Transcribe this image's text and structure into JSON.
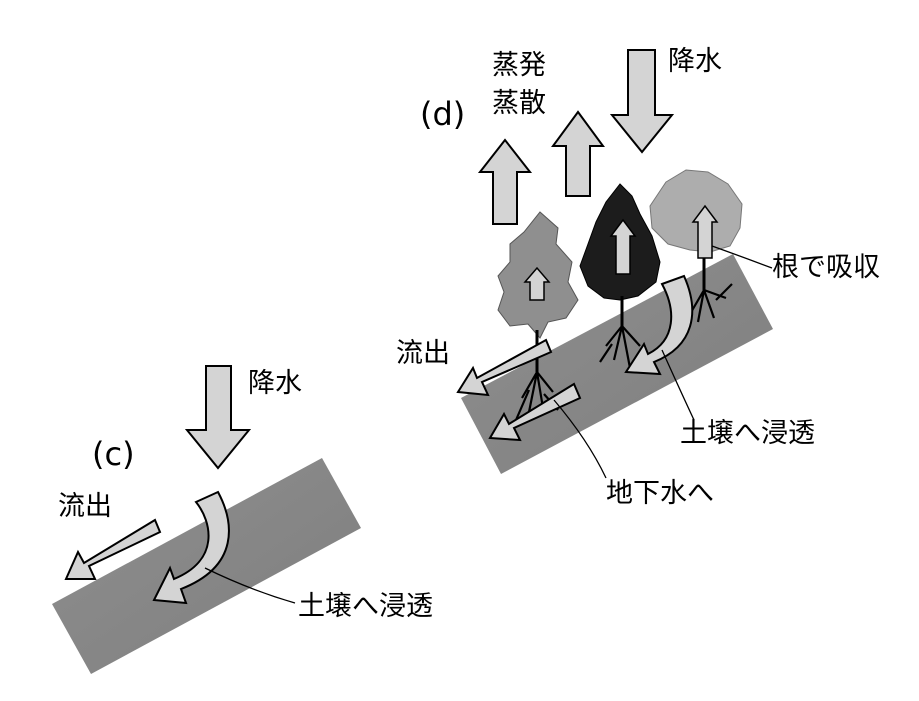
{
  "panels": {
    "c": {
      "tag": "(c)",
      "labels": {
        "precipitation": "降水",
        "runoff": "流出",
        "infiltration": "土壌へ浸透"
      }
    },
    "d": {
      "tag": "(d)",
      "labels": {
        "precipitation": "降水",
        "evaporation": "蒸発",
        "transpiration": "蒸散",
        "runoff": "流出",
        "root_absorption": "根で吸収",
        "infiltration": "土壌へ浸透",
        "to_groundwater": "地下水へ"
      }
    }
  },
  "colors": {
    "soil": "#8a8a8a",
    "arrow_fill": "#cfcfcf",
    "tree_light": "#8f8f8f",
    "tree_dark": "#1c1c1c",
    "tree_pale": "#adadad"
  }
}
